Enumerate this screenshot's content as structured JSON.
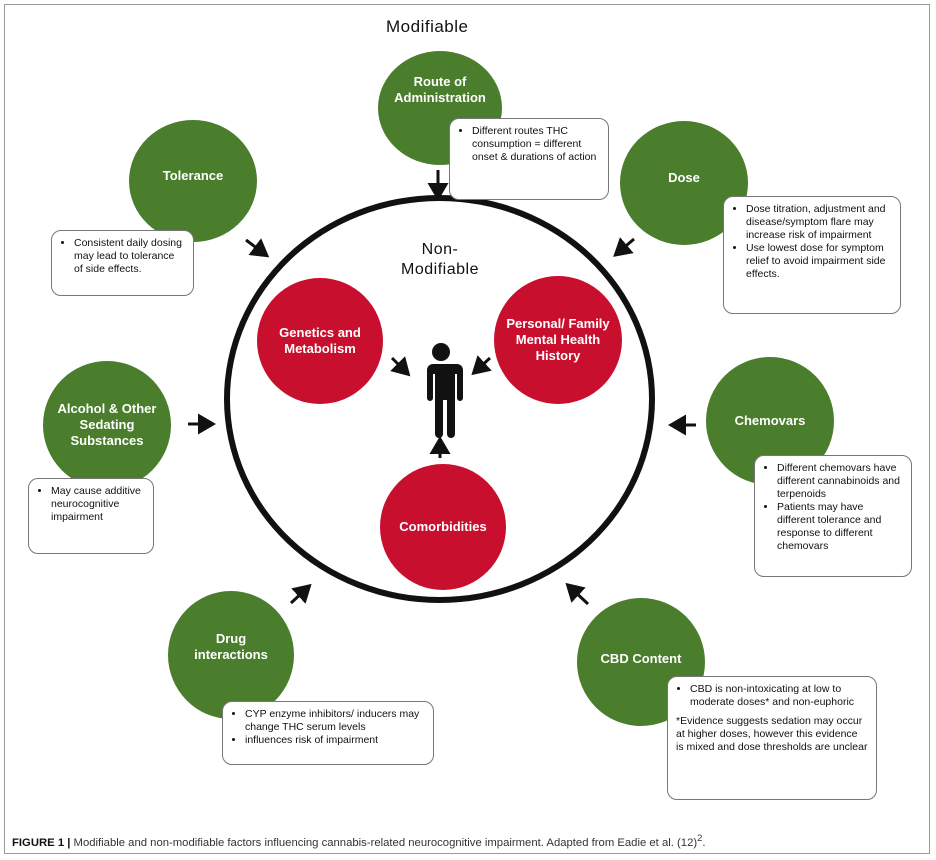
{
  "labels": {
    "modifiable": "Modifiable",
    "non_modifiable_line1": "Non-",
    "non_modifiable_line2": "Modifiable"
  },
  "modifiable_factors": {
    "route": {
      "name": "Route of Administration",
      "notes": [
        "Different routes THC consumption = different onset & durations of action"
      ]
    },
    "dose": {
      "name": "Dose",
      "notes": [
        "Dose titration, adjustment and disease/symptom flare may  increase risk of impairment",
        "Use lowest dose for symptom relief to avoid impairment side effects."
      ]
    },
    "chemovars": {
      "name": "Chemovars",
      "notes": [
        "Different chemovars have different cannabinoids and terpenoids",
        "Patients may have different tolerance and response to different chemovars"
      ]
    },
    "cbd": {
      "name": "CBD Content",
      "notes": [
        "CBD is non-intoxicating at low to moderate doses* and non-euphoric"
      ],
      "footnote": "*Evidence suggests sedation may occur at higher doses, however this evidence is mixed and dose thresholds are unclear"
    },
    "drug": {
      "name": "Drug interactions",
      "notes": [
        "CYP enzyme inhibitors/ inducers may change THC serum levels",
        "influences risk of impairment"
      ]
    },
    "alcohol": {
      "name": "Alcohol & Other Sedating Substances",
      "notes": [
        "May cause additive neurocognitive impairment"
      ]
    },
    "tolerance": {
      "name": "Tolerance",
      "notes": [
        "Consistent daily dosing may lead to tolerance of side effects."
      ]
    }
  },
  "non_modifiable_factors": {
    "genetics": "Genetics and Metabolism",
    "personal": "Personal/ Family Mental Health History",
    "comorbidities": "Comorbidities"
  },
  "colors": {
    "modifiable": "#4a7d2c",
    "non_modifiable": "#c8102e",
    "outline": "#111111"
  },
  "icons": [
    "person-icon"
  ],
  "caption": {
    "label": "FIGURE 1 |",
    "text": " Modifiable and non-modifiable factors influencing cannabis-related neurocognitive impairment. Adapted from Eadie et al. (12)",
    "superscript": "2",
    "end": "."
  }
}
